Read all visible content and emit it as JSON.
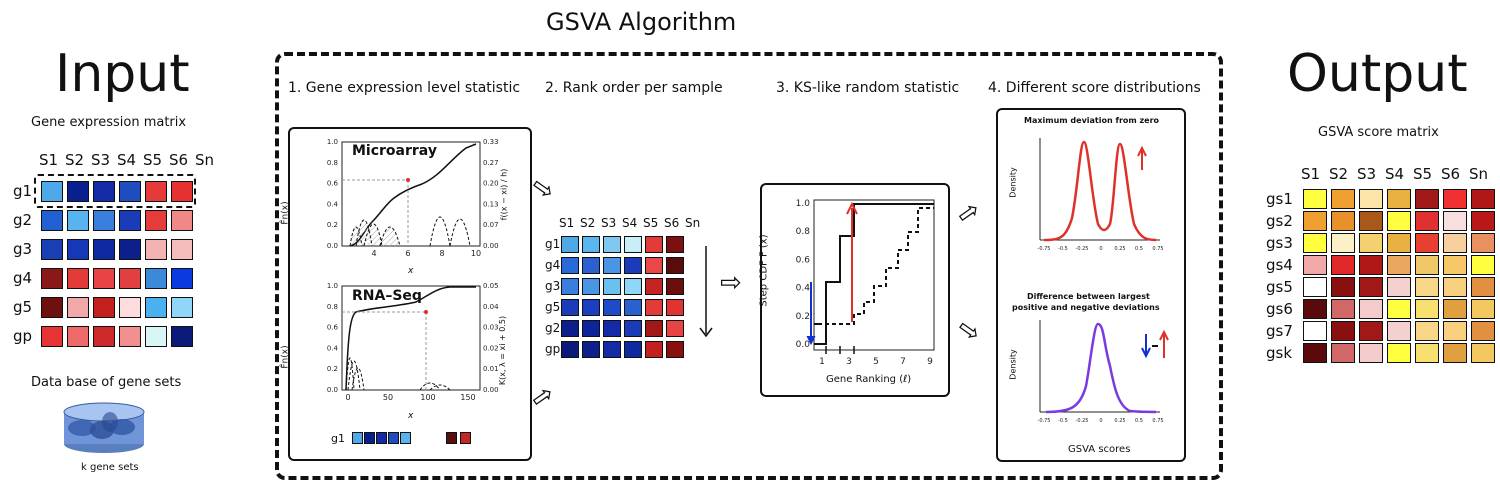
{
  "input": {
    "title": "Input",
    "matrix_label": "Gene expression matrix",
    "columns": [
      "S1",
      "S2",
      "S3",
      "S4",
      "S5",
      "S6",
      "Sn"
    ],
    "rows": [
      {
        "label": "g1",
        "colors": [
          "#4fa8e8",
          "#0a1f8f",
          "#142aa6",
          "#1f4dbf",
          "#e43a3a",
          "#e53131"
        ]
      },
      {
        "label": "g2",
        "colors": [
          "#2060d0",
          "#57b4ee",
          "#3a7fe0",
          "#1a3cb8",
          "#e53b3b",
          "#f08888"
        ]
      },
      {
        "label": "g3",
        "colors": [
          "#1a3fb5",
          "#1438b8",
          "#0f2aa0",
          "#0c1f8a",
          "#f2b3b3",
          "#f4bcbc"
        ]
      },
      {
        "label": "g4",
        "colors": [
          "#8a1818",
          "#e33a3a",
          "#e84444",
          "#e04040",
          "#3a8ad8",
          "#0a3ae0"
        ]
      },
      {
        "label": "g5",
        "colors": [
          "#6e1010",
          "#f0a8a8",
          "#c42020",
          "#fcdcdc",
          "#4ab0ee",
          "#8fd6f8"
        ]
      },
      {
        "label": "gp",
        "colors": [
          "#e63434",
          "#ee6a6a",
          "#cc2a2a",
          "#f29090",
          "#d8f6f6",
          "#0c1a7a"
        ]
      }
    ],
    "db_label": "Data base of gene sets",
    "db_caption": "k gene sets"
  },
  "algorithm": {
    "title": "GSVA Algorithm",
    "steps": [
      "1. Gene expression level statistic",
      "2. Rank order per sample",
      "3. KS-like random statistic",
      "4. Different score distributions"
    ],
    "panel1": {
      "top_label": "Microarray",
      "bottom_label": "RNA–Seq",
      "top_yticks_left": [
        "0.0",
        "0.2",
        "0.4",
        "0.6",
        "0.8",
        "1.0"
      ],
      "top_yticks_right": [
        "0.00",
        "0.07",
        "0.13",
        "0.20",
        "0.27",
        "0.33"
      ],
      "top_xticks": [
        "4",
        "6",
        "8",
        "10"
      ],
      "bottom_yticks_left": [
        "0.0",
        "0.2",
        "0.4",
        "0.6",
        "0.8",
        "1.0"
      ],
      "bottom_yticks_right": [
        "0.00",
        "0.01",
        "0.02",
        "0.03",
        "0.04",
        "0.05"
      ],
      "bottom_xticks": [
        "0",
        "50",
        "100",
        "150"
      ],
      "xlabel": "x",
      "ylabel_left": "F̂n(x)",
      "ylabel_right_top": "f((x − xi) / h)",
      "ylabel_right_bottom": "K(x, λ = xi + 0.5)",
      "g1_label": "g1",
      "g1_colors": [
        "#4fa8e8",
        "#0a1f8f",
        "#142aa6",
        "#1f4dbf",
        "#57b4ee",
        "#5a0f0f",
        "#c42626"
      ]
    },
    "panel2": {
      "columns": [
        "S1",
        "S2",
        "S3",
        "S4",
        "S5",
        "S6",
        "Sn"
      ],
      "rows": [
        {
          "label": "g1",
          "colors": [
            "#4fa8e8",
            "#5ab6ee",
            "#7fc8f2",
            "#c8eef8",
            "#e33a3a",
            "#7a1010"
          ]
        },
        {
          "label": "g4",
          "colors": [
            "#2a6ad8",
            "#2a60d0",
            "#4a96e4",
            "#1a3cb8",
            "#e84848",
            "#5a0c0c"
          ]
        },
        {
          "label": "g3",
          "colors": [
            "#3a7fe0",
            "#4a96e4",
            "#6cc0f0",
            "#8fd6f8",
            "#c42424",
            "#6a0e0e"
          ]
        },
        {
          "label": "g5",
          "colors": [
            "#1a3cb8",
            "#1a3fc0",
            "#1e4cc8",
            "#2a60d0",
            "#e33a3a",
            "#e23232"
          ]
        },
        {
          "label": "g2",
          "colors": [
            "#0c1f8a",
            "#0e2499",
            "#142aa6",
            "#1a3cb8",
            "#a01818",
            "#e84444"
          ]
        },
        {
          "label": "gp",
          "colors": [
            "#0a1a7a",
            "#0c1f8a",
            "#142aa6",
            "#0f2aa0",
            "#c42020",
            "#8a1010"
          ]
        }
      ]
    },
    "panel3": {
      "ylabel": "Step CDF F (x)",
      "xlabel": "Gene Ranking (ℓ)",
      "yticks": [
        "0.0",
        "0.2",
        "0.4",
        "0.6",
        "0.8",
        "1.0"
      ],
      "xticks": [
        "1",
        "3",
        "5",
        "7",
        "9"
      ]
    },
    "panel4": {
      "top_title": "Maximum deviation from zero",
      "bottom_title_line1": "Difference between largest",
      "bottom_title_line2": "positive and negative deviations",
      "ylabel": "Density",
      "xticks": [
        "-0.75",
        "-0.5",
        "-0.25",
        "0",
        "0.25",
        "0.5",
        "0.75"
      ],
      "xlabel": "GSVA scores",
      "top_color": "#e0302a",
      "bottom_color": "#7a3ae0"
    }
  },
  "output": {
    "title": "Output",
    "matrix_label": "GSVA score matrix",
    "columns": [
      "S1",
      "S2",
      "S3",
      "S4",
      "S5",
      "S6",
      "Sn"
    ],
    "rows": [
      {
        "label": "gs1",
        "colors": [
          "#ffff40",
          "#f0a030",
          "#fbe6a8",
          "#e8b040",
          "#a01818",
          "#f03030",
          "#b01818"
        ]
      },
      {
        "label": "gs2",
        "colors": [
          "#f0a030",
          "#e8902a",
          "#a85818",
          "#ffff40",
          "#e23030",
          "#f8dede",
          "#b81818"
        ]
      },
      {
        "label": "gs3",
        "colors": [
          "#ffff40",
          "#fcf0c8",
          "#f4d070",
          "#e8b040",
          "#e84030",
          "#f8d0a0",
          "#e89060"
        ]
      },
      {
        "label": "gs4",
        "colors": [
          "#f0a8a8",
          "#e02828",
          "#b01818",
          "#e8a860",
          "#f0c868",
          "#f8c868",
          "#ffff40"
        ]
      },
      {
        "label": "gs5",
        "colors": [
          "#ffffff",
          "#881010",
          "#a01818",
          "#f4d0d0",
          "#f8d888",
          "#f8d080",
          "#e09040"
        ]
      },
      {
        "label": "gs6",
        "colors": [
          "#5a0a0a",
          "#d06868",
          "#f4cccc",
          "#ffff40",
          "#f8e070",
          "#e0a040",
          "#f4c860"
        ]
      }
    ],
    "row_labels": [
      "gs1",
      "gs2",
      "gs3",
      "gs4",
      "gs5",
      "gs6",
      "gs7",
      "gsk"
    ]
  }
}
